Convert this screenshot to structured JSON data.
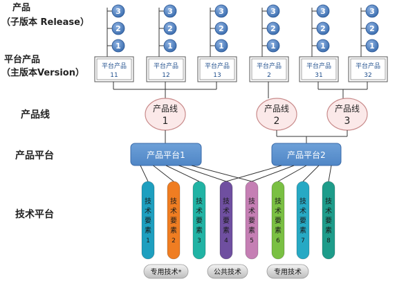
{
  "labels": {
    "product": "产品",
    "product_sub": "（子版本 Release）",
    "platform_product": "平台产品",
    "platform_product_sub": "（主版本Version）",
    "product_line": "产品线",
    "product_platform": "产品平台",
    "tech_platform": "技术平台"
  },
  "versions": [
    "3",
    "2",
    "1"
  ],
  "platform_products": [
    {
      "name": "平台产品",
      "num": "11"
    },
    {
      "name": "平台产品",
      "num": "12"
    },
    {
      "name": "平台产品",
      "num": "13"
    },
    {
      "name": "平台产品",
      "num": "2"
    },
    {
      "name": "平台产品",
      "num": "31"
    },
    {
      "name": "平台产品",
      "num": "32"
    }
  ],
  "product_lines": [
    {
      "name": "产品线",
      "num": "1"
    },
    {
      "name": "产品线",
      "num": "2"
    },
    {
      "name": "产品线",
      "num": "3"
    }
  ],
  "product_platforms": [
    "产品平台1",
    "产品平台2"
  ],
  "tech_elements": [
    {
      "chars": [
        "技",
        "术",
        "要",
        "素"
      ],
      "num": "1",
      "color": "#1e9fbf"
    },
    {
      "chars": [
        "技",
        "术",
        "要",
        "素"
      ],
      "num": "2",
      "color": "#ef7d22"
    },
    {
      "chars": [
        "技",
        "术",
        "要",
        "素"
      ],
      "num": "3",
      "color": "#21b3a4"
    },
    {
      "chars": [
        "技",
        "术",
        "要",
        "素"
      ],
      "num": "4",
      "color": "#6f4fa0"
    },
    {
      "chars": [
        "技",
        "术",
        "要",
        "素"
      ],
      "num": "5",
      "color": "#c57fb4"
    },
    {
      "chars": [
        "技",
        "术",
        "要",
        "素"
      ],
      "num": "6",
      "color": "#7ac043"
    },
    {
      "chars": [
        "技",
        "术",
        "要",
        "素"
      ],
      "num": "7",
      "color": "#27a9c4"
    },
    {
      "chars": [
        "技",
        "术",
        "要",
        "素"
      ],
      "num": "8",
      "color": "#1e9c8a"
    }
  ],
  "tech_categories": [
    "专用技术*",
    "公共技术",
    "专用技术"
  ],
  "colors": {
    "circle": "#3d6fb0",
    "platform_box": "#4f86c6",
    "line": "#333333",
    "ellipse_fill": "#fbe9e9",
    "ellipse_stroke": "#c88a8a"
  }
}
